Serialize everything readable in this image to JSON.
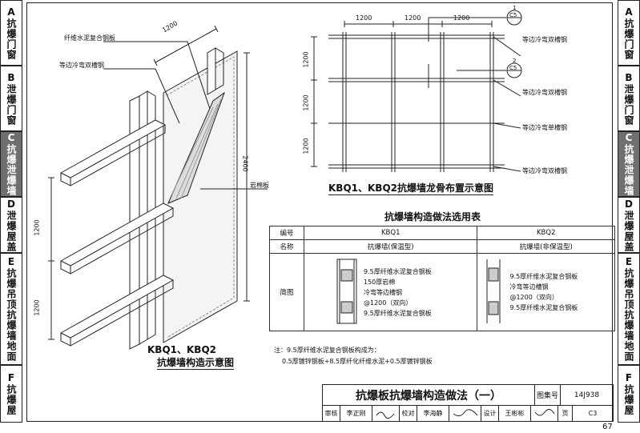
{
  "side_tabs": [
    {
      "label": "A抗爆门窗",
      "active": false
    },
    {
      "label": "B泄爆门窗",
      "active": false
    },
    {
      "label": "C抗爆泄爆墙",
      "active": true
    },
    {
      "label": "D泄爆屋盖",
      "active": false
    },
    {
      "label": "E抗爆吊顶抗爆墙地面",
      "active": false
    },
    {
      "label": "F抗爆屋",
      "active": false
    }
  ],
  "iso": {
    "dim_top": "1200",
    "dim_right": "2400",
    "dim_left_top": "1200",
    "dim_left_bottom": "1200",
    "callout_board": "纤维水泥复合钢板",
    "callout_channel": "等边冷弯双槽钢",
    "callout_wool": "岩棉板",
    "caption_line1": "KBQ1、KBQ2",
    "caption_line2": "抗爆墙构造示意图"
  },
  "frame_plan": {
    "dims_top": [
      "1200",
      "1200",
      "1200"
    ],
    "dims_left": [
      "1200",
      "1200",
      "1200"
    ],
    "section_mark_1": {
      "num": "1",
      "sheet": "C5"
    },
    "section_mark_2": {
      "num": "2",
      "sheet": "C5"
    },
    "labels": [
      "等边冷弯双槽钢",
      "等边冷弯双槽钢",
      "等边冷弯单槽钢",
      "等边冷弯双槽钢"
    ],
    "caption": "KBQ1、KBQ2抗爆墙龙骨布置示意图"
  },
  "table": {
    "title": "抗爆墙构造做法选用表",
    "row_code_label": "编号",
    "row_name_label": "名称",
    "row_diagram_label": "简图",
    "kbq1_code": "KBQ1",
    "kbq2_code": "KBQ2",
    "kbq1_name": "抗爆墙(保温型)",
    "kbq2_name": "抗爆墙(非保温型)",
    "kbq1_items": [
      "9.5厚纤维水泥复合钢板",
      "150厚岩棉",
      "冷弯等边槽钢",
      "@1200（双向）",
      "9.5厚纤维水泥复合钢板"
    ],
    "kbq2_items": [
      "9.5厚纤维水泥复合钢板",
      "冷弯等边槽钢",
      "@1200（双向）",
      "9.5厚纤维水泥复合钢板"
    ],
    "note_line1": "注：9.5厚纤维水泥复合钢板构成为：",
    "note_line2": "0.5厚镀锌钢板+8.5厚纤化纤维水泥+0.5厚镀锌钢板"
  },
  "title_block": {
    "title": "抗爆板抗爆墙构造做法（一）",
    "atlas_label": "图集号",
    "atlas_no": "14J938",
    "review_label": "审核",
    "review_name": "李正刚",
    "check_label": "校对",
    "check_name": "李海静",
    "design_label": "设计",
    "design_name": "王彬彬",
    "page_label": "页",
    "page_no": "C3"
  },
  "page_number": "67"
}
